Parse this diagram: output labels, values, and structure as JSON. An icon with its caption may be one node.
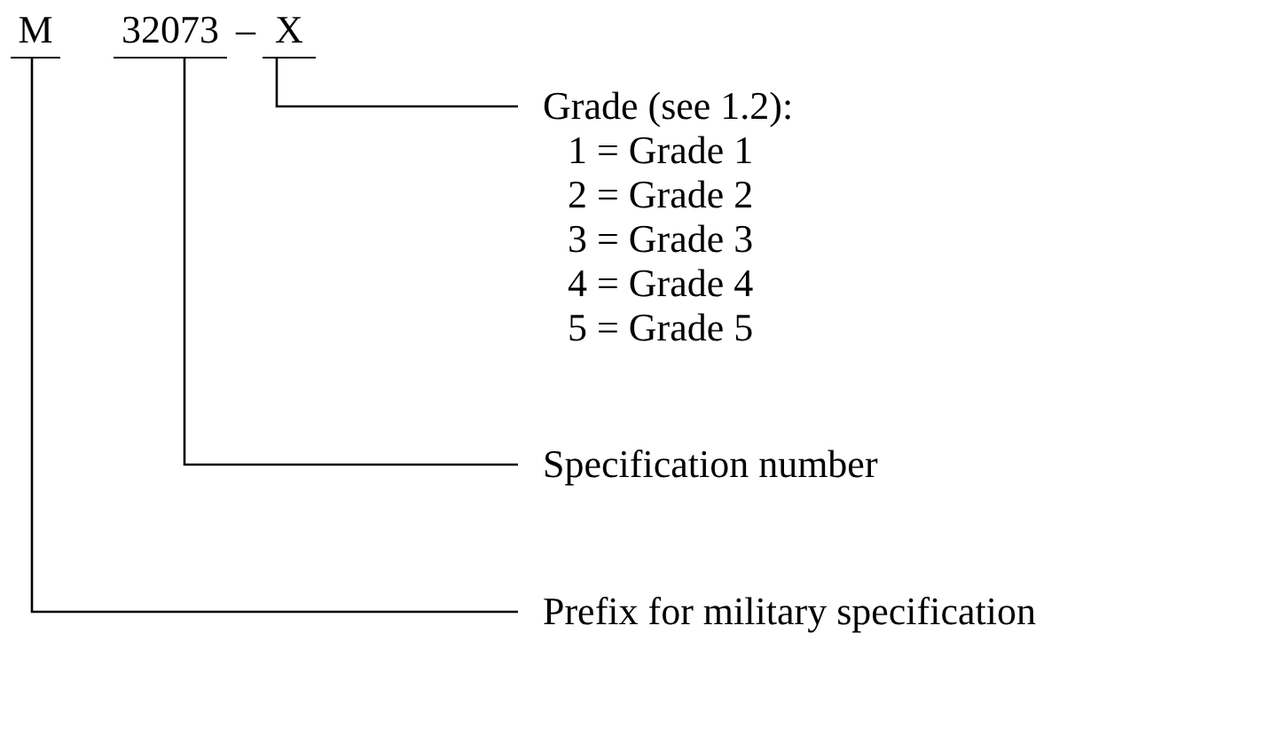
{
  "diagram": {
    "nodes": [
      {
        "text": [
          "M"
        ]
      },
      {
        "text": [
          "32073"
        ]
      },
      {
        "text": [
          "X"
        ]
      },
      {
        "text": [
          "Grade (see 1.2):"
        ],
        "beside": [
          "1 = Grade 1",
          "2 = Grade 2",
          "3 = Grade 3",
          "4 = Grade 4",
          "5 = Grade 5"
        ]
      },
      {
        "text": [
          "Specification number"
        ]
      },
      {
        "text": [
          "Prefix for military specification"
        ]
      }
    ],
    "edges": [
      {
        "from": 3,
        "to": 2,
        "arrow": "none"
      },
      {
        "from": 4,
        "to": 1,
        "arrow": "none"
      },
      {
        "from": 5,
        "to": 0,
        "arrow": "none"
      }
    ],
    "labels": [
      "–"
    ]
  }
}
